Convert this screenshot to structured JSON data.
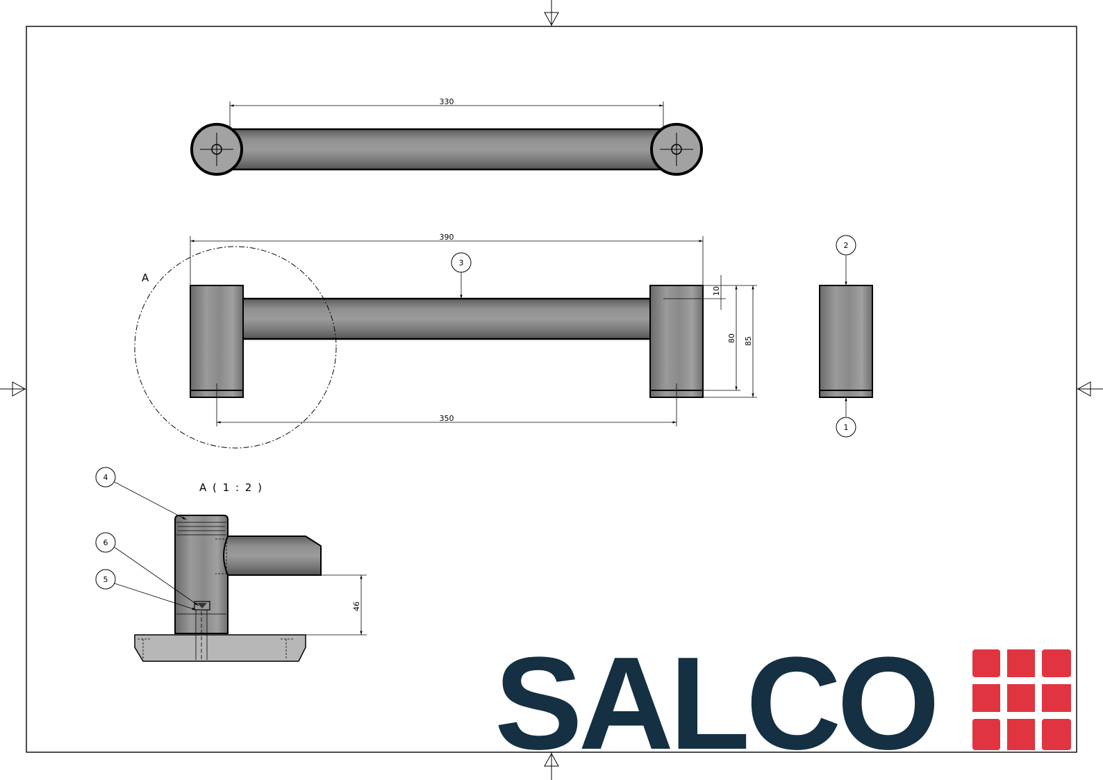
{
  "drawing": {
    "dimensions": {
      "top_length": "330",
      "overall_length": "390",
      "center_distance": "350",
      "dim_10": "10",
      "dim_80": "80",
      "dim_85": "85",
      "dim_46": "46"
    },
    "balloons": {
      "b1": "1",
      "b2": "2",
      "b3": "3",
      "b4": "4",
      "b5": "5",
      "b6": "6"
    },
    "detail_marker": "A",
    "detail_title": "A ( 1 : 2 )"
  },
  "logo": {
    "text": "SALCO",
    "text_color": "#143042",
    "mark_color": "#e03440"
  }
}
